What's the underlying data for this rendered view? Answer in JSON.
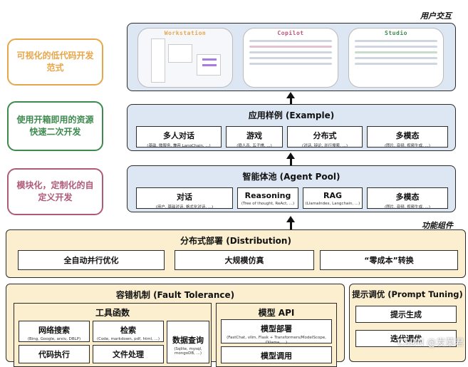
{
  "labels": {
    "user_interaction": "用户交互",
    "function_components": "功能组件"
  },
  "pills": [
    {
      "text": "可视化的低代码开发范式",
      "color": "#e8a64a"
    },
    {
      "text": "使用开箱即用的资源快速二次开发",
      "color": "#3d8a4e"
    },
    {
      "text": "模块化，定制化的自定义开发",
      "color": "#b05a7a"
    }
  ],
  "ui_shots": [
    {
      "title": "Workstation",
      "title_color": "#e8a64a"
    },
    {
      "title": "Copilot",
      "title_color": "#c0527a"
    },
    {
      "title": "Studio",
      "title_color": "#3d8a4e"
    }
  ],
  "example_layer": {
    "title": "应用样例 (Example)",
    "cards": [
      {
        "title": "多人对话",
        "sub": "(基础, 微服务, 兼容 LangChain, ...)"
      },
      {
        "title": "游戏",
        "sub": "(狼人杀, 五子棋, ...)"
      },
      {
        "title": "分布式",
        "sub": "(对话, 辩论, 并行搜索, ...)"
      },
      {
        "title": "多模态",
        "sub": "(图片, 音频, 视频生成, ...)"
      }
    ]
  },
  "agent_layer": {
    "title": "智能体池 (Agent Pool)",
    "cards": [
      {
        "title": "对话",
        "sub": "(用户, 基础对话, 格式化对话, ...)"
      },
      {
        "title": "Reasoning",
        "sub": "(Tree of thought, ReAct, ...)"
      },
      {
        "title": "RAG",
        "sub": "(LlamaIndex, Langchain, ...)"
      },
      {
        "title": "多模态",
        "sub": "(图片, 音频, 视频生成, ...)"
      }
    ]
  },
  "distribution": {
    "title": "分布式部署 (Distribution)",
    "items": [
      "全自动并行优化",
      "大规模仿真",
      "“零成本”转换"
    ]
  },
  "fault_tolerance": {
    "title": "容错机制 (Fault Tolerance)",
    "tools": {
      "title": "工具函数",
      "items": [
        {
          "title": "网络搜索",
          "sub": "(Bing, Google, arxiv, DBLP)"
        },
        {
          "title": "检索",
          "sub": "(Code, markdown, pdf, html, ...)"
        },
        {
          "title": "数据查询",
          "sub": "(Sqlite, mysql, mongoDB, ...)"
        },
        {
          "title": "代码执行",
          "sub": ""
        },
        {
          "title": "文件处理",
          "sub": ""
        }
      ]
    },
    "model_api": {
      "title": "模型 API",
      "deploy": {
        "title": "模型部署",
        "sub": "(FastChat, vllm, Flask + Transformers/ModelScope, Ollama, ...)"
      },
      "invoke": {
        "title": "模型调用"
      }
    }
  },
  "prompt_tuning": {
    "title": "提示调优 (Prompt Tuning)",
    "items": [
      "提示生成",
      "迭代调优"
    ]
  },
  "watermark": "CSDN @发菜君"
}
